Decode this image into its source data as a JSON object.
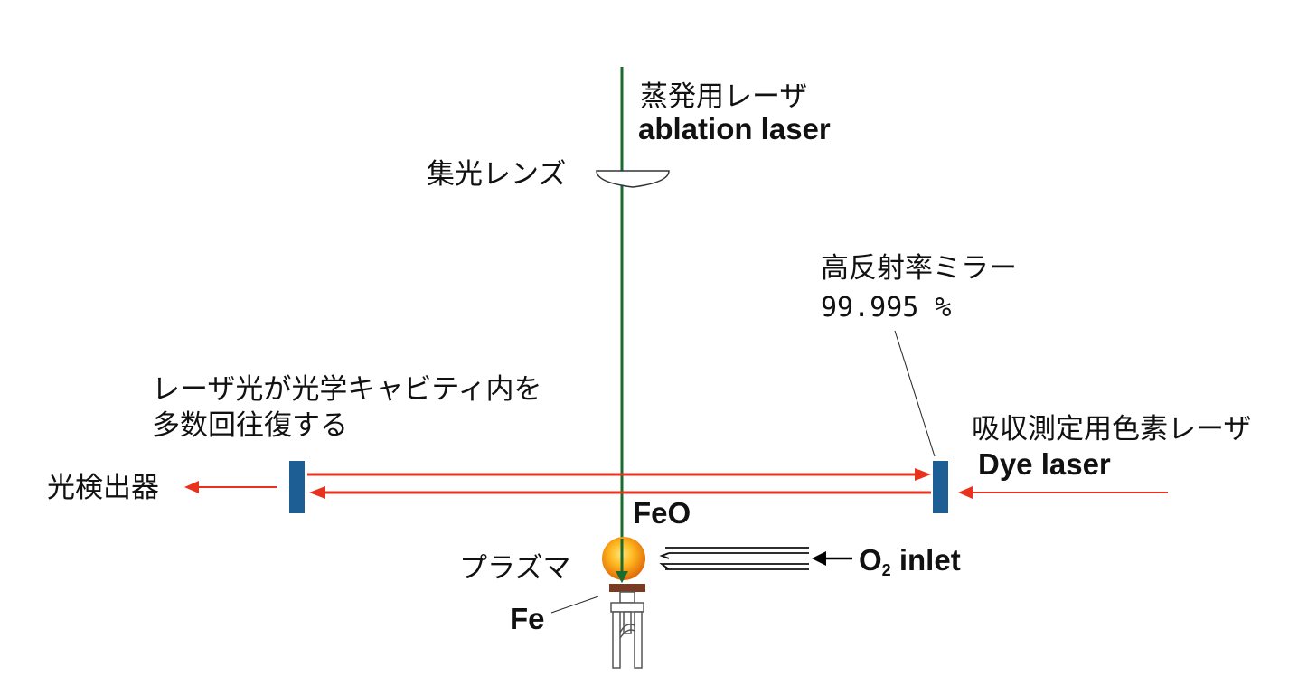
{
  "labels": {
    "ablation_jp": "蒸発用レーザ",
    "ablation_en": "ablation laser",
    "lens": "集光レンズ",
    "mirror": "高反射率ミラー",
    "reflectivity": "99.995 %",
    "cavity_line1": "レーザ光が光学キャビティ内を",
    "cavity_line2": "多数回往復する",
    "detector": "光検出器",
    "dye_jp": "吸収測定用色素レーザ",
    "dye_en": "Dye laser",
    "feo": "FeO",
    "plasma": "プラズマ",
    "fe": "Fe",
    "o2": {
      "prefix": "O",
      "sub": "2",
      "suffix": " inlet"
    }
  },
  "colors": {
    "ablation_beam": "#1a6b2e",
    "probe_beam": "#e8321e",
    "mirror": "#1d5f94",
    "plasma_core": "#ffcc33",
    "plasma_edge": "#e07a10",
    "target": "#7a3b23",
    "gas_arrow": "#000000"
  }
}
